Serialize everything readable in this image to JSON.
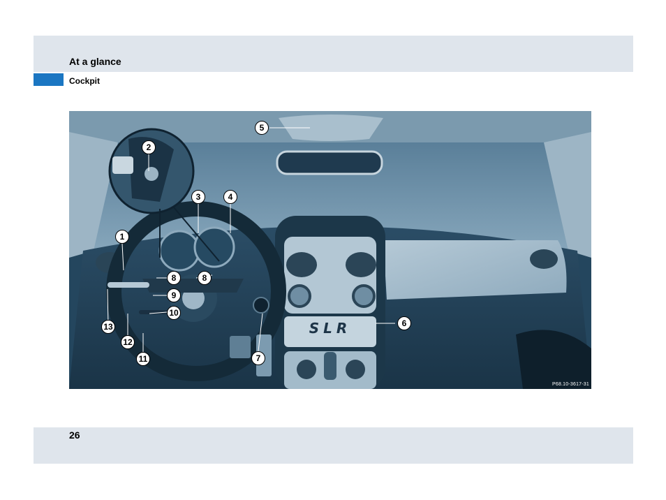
{
  "header": {
    "section_title": "At a glance",
    "subsection_title": "Cockpit"
  },
  "figure": {
    "reference_code": "P68.10-3617-31",
    "badge_text": "SLR",
    "callouts": [
      "1",
      "2",
      "3",
      "4",
      "5",
      "6",
      "7",
      "8",
      "8",
      "9",
      "10",
      "11",
      "12",
      "13"
    ]
  },
  "footer": {
    "page_number": "26"
  },
  "colors": {
    "band": "#dfe5ec",
    "tab_marker": "#1b76c2",
    "photo_tint": "#24465e"
  }
}
